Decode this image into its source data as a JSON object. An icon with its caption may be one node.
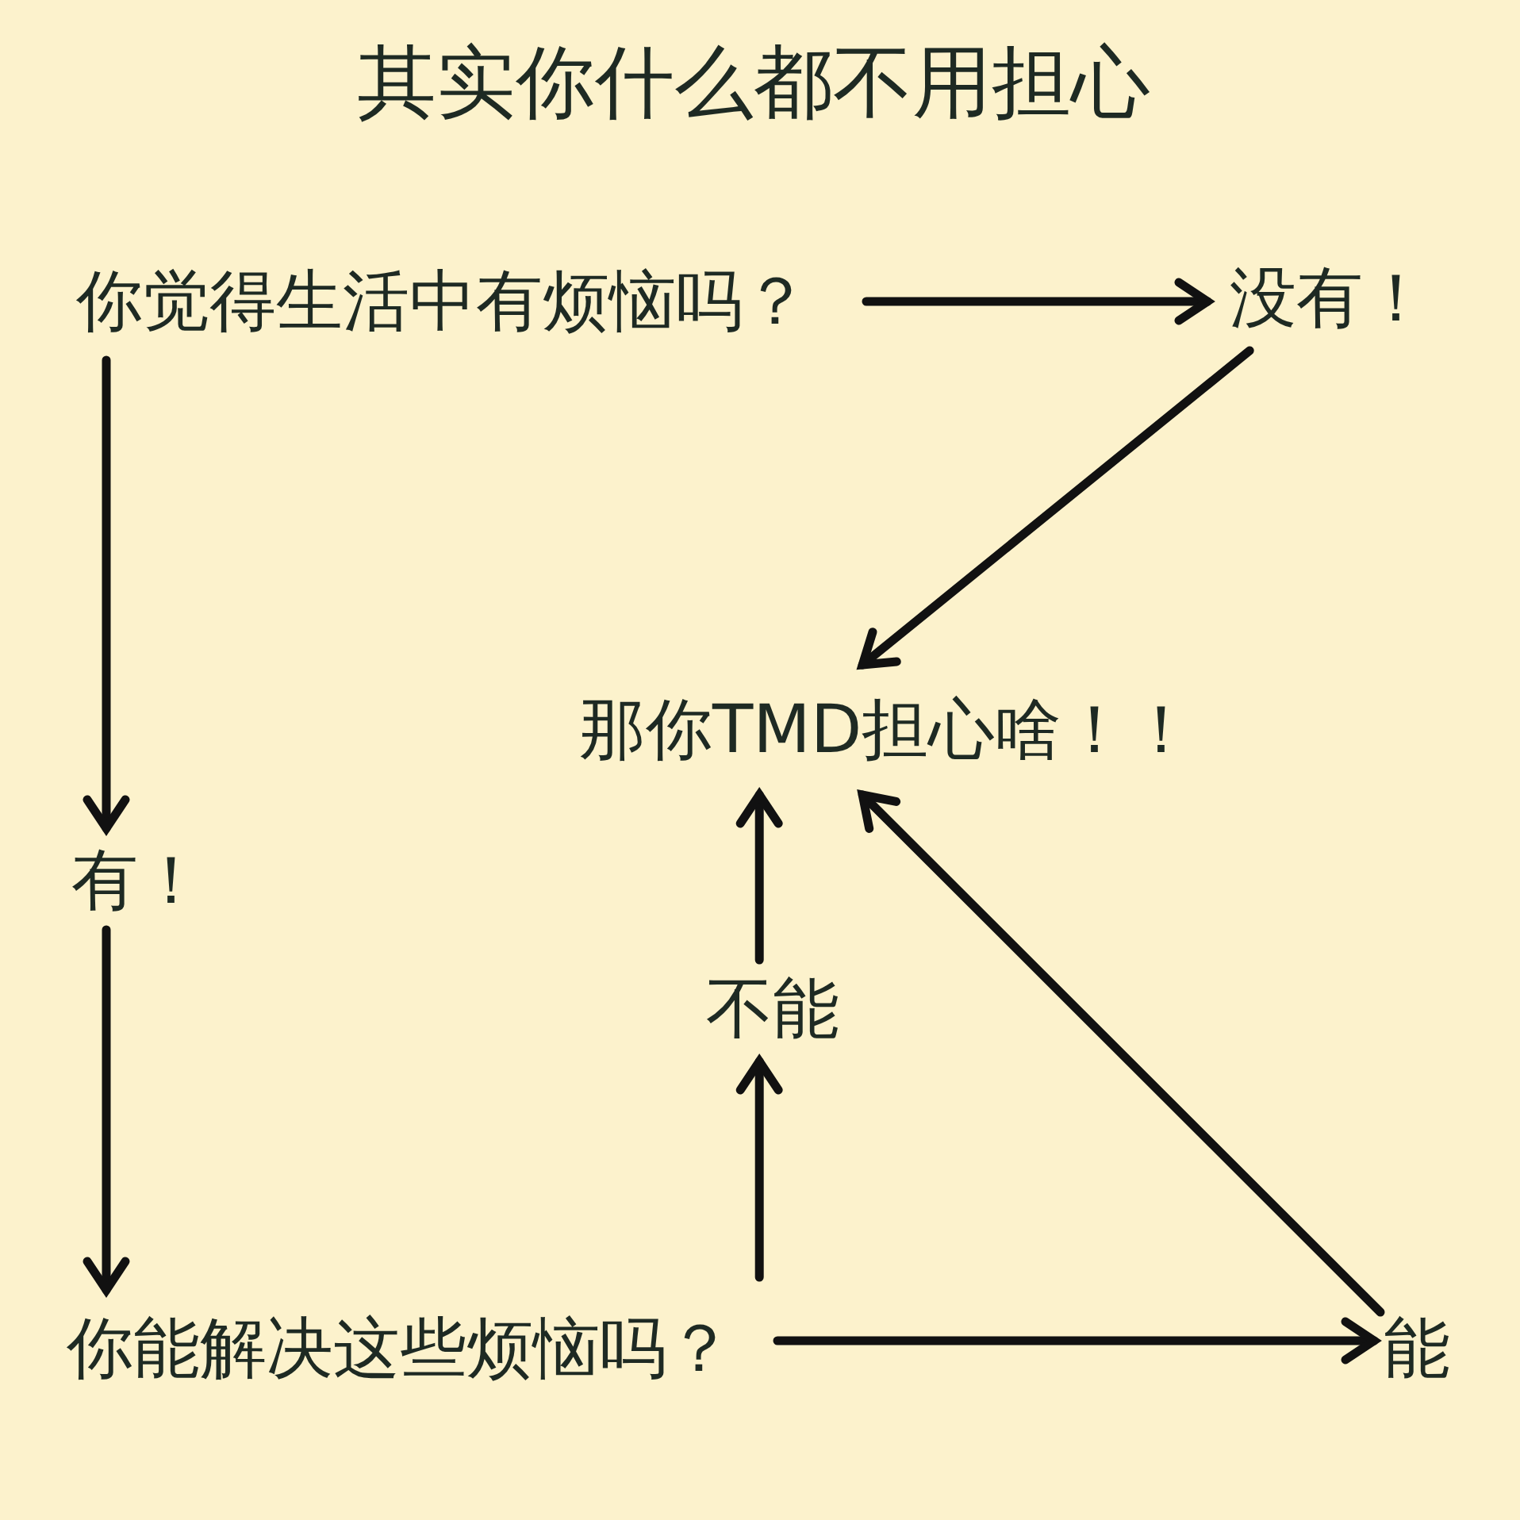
{
  "diagram": {
    "title": "其实你什么都不用担心",
    "nodes": [
      {
        "text": [
          "你觉得生活中有烦恼吗？"
        ]
      },
      {
        "text": [
          "没有！"
        ]
      },
      {
        "text": [
          "那你TMD担心啥！！"
        ]
      },
      {
        "text": [
          "有！"
        ]
      },
      {
        "text": [
          "不能"
        ]
      },
      {
        "text": [
          "你能解决这些烦恼吗？"
        ]
      },
      {
        "text": [
          "能"
        ]
      }
    ],
    "edges": [
      {
        "from": 0,
        "to": 1,
        "arrow": "to"
      },
      {
        "from": 1,
        "to": 2,
        "arrow": "to"
      },
      {
        "from": 0,
        "to": 3,
        "arrow": "to"
      },
      {
        "from": 3,
        "to": 5,
        "arrow": "to"
      },
      {
        "from": 5,
        "to": 4,
        "arrow": "to"
      },
      {
        "from": 4,
        "to": 2,
        "arrow": "to"
      },
      {
        "from": 5,
        "to": 6,
        "arrow": "to"
      },
      {
        "from": 6,
        "to": 2,
        "arrow": "to"
      }
    ]
  }
}
